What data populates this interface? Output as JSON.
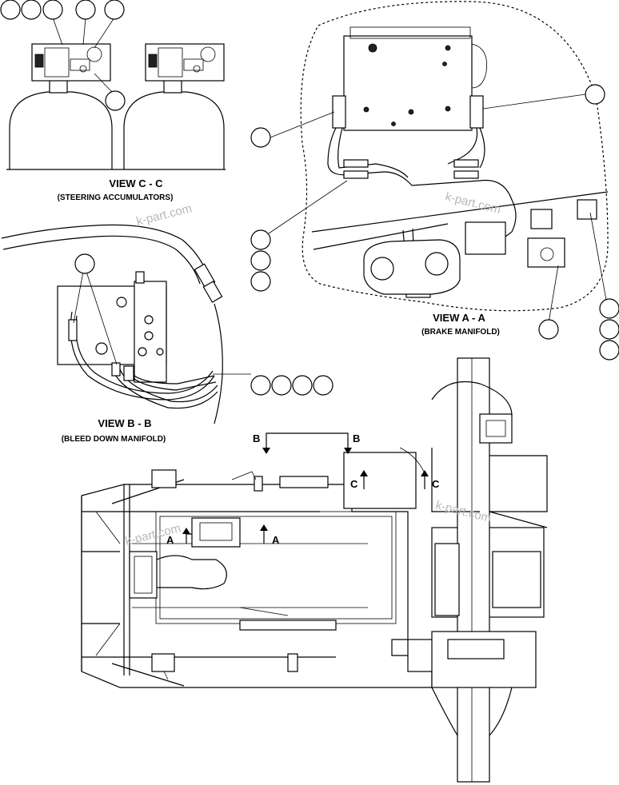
{
  "views": {
    "c": {
      "title": "VIEW C - C",
      "subtitle": "(STEERING ACCUMULATORS)"
    },
    "a": {
      "title": "VIEW A - A",
      "subtitle": "(BRAKE MANIFOLD)"
    },
    "b": {
      "title": "VIEW B - B",
      "subtitle": "(BLEED DOWN MANIFOLD)"
    }
  },
  "section_markers": {
    "a": "A",
    "b": "B",
    "c": "C"
  },
  "watermark": "k-part.com"
}
